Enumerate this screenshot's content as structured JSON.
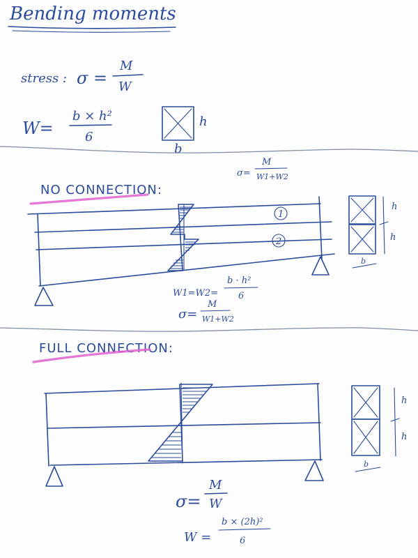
{
  "colors": {
    "ink": "#2b4c9b",
    "highlight": "#e05fd0"
  },
  "title": "Bending moments",
  "formulas": {
    "stress_lhs": "stress :",
    "sigma": "σ",
    "eq": "=",
    "M": "M",
    "W": "W",
    "W_lhs": "W=",
    "b_x_h2": "b × h²",
    "six": "6",
    "h": "h",
    "b": "b"
  },
  "no_connection": {
    "heading": "NO CONNECTION:",
    "sigma_top": "σ=",
    "sigma_top_num": "M",
    "sigma_top_den": "W1+W2",
    "layer_1": "1",
    "layer_2": "2",
    "w_eq_lhs": "W1=W2=",
    "w_eq_num": "b · h²",
    "w_eq_den": "6",
    "sigma_bottom": "σ=",
    "sigma_bottom_num": "M",
    "sigma_bottom_den": "W1+W2",
    "h_upper": "h",
    "h_lower": "h",
    "b": "b"
  },
  "full_connection": {
    "heading": "FULL CONNECTION:",
    "sigma": "σ=",
    "sigma_num": "M",
    "sigma_den": "W",
    "w_lhs": "W =",
    "w_num": "b × (2h)²",
    "w_den": "6",
    "h_upper": "h",
    "h_lower": "h",
    "b": "b"
  }
}
